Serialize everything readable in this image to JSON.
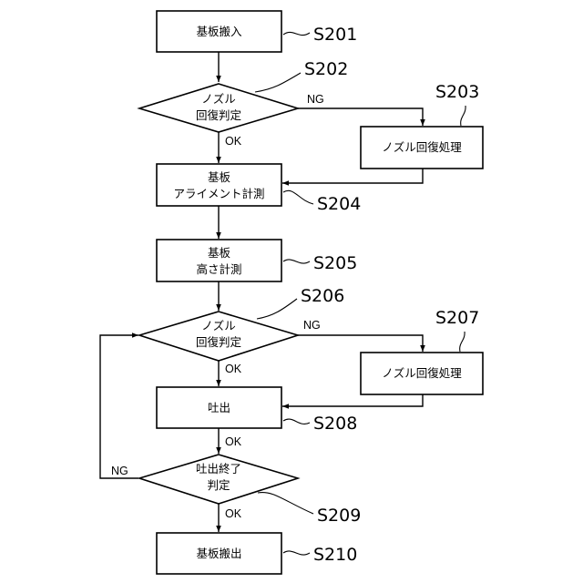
{
  "steps": {
    "s201": {
      "id": "S201",
      "lines": [
        "基板搬入"
      ]
    },
    "s202": {
      "id": "S202",
      "lines": [
        "ノズル",
        "回復判定"
      ]
    },
    "s203": {
      "id": "S203",
      "lines": [
        "ノズル回復処理"
      ]
    },
    "s204": {
      "id": "S204",
      "lines": [
        "基板",
        "アライメント計測"
      ]
    },
    "s205": {
      "id": "S205",
      "lines": [
        "基板",
        "高さ計測"
      ]
    },
    "s206": {
      "id": "S206",
      "lines": [
        "ノズル",
        "回復判定"
      ]
    },
    "s207": {
      "id": "S207",
      "lines": [
        "ノズル回復処理"
      ]
    },
    "s208": {
      "id": "S208",
      "lines": [
        "吐出"
      ]
    },
    "s209": {
      "id": "S209",
      "lines": [
        "吐出終了",
        "判定"
      ]
    },
    "s210": {
      "id": "S210",
      "lines": [
        "基板搬出"
      ]
    }
  },
  "flags": {
    "s202_ng": "NG",
    "s202_ok": "OK",
    "s206_ng": "NG",
    "s206_ok": "OK",
    "s208_ok": "OK",
    "s209_ng": "NG",
    "s209_ok": "OK"
  }
}
